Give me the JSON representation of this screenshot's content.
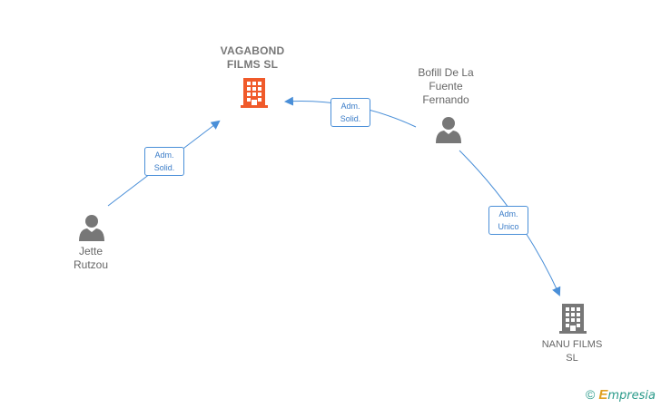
{
  "nodes": {
    "vagabond": {
      "line1": "VAGABOND",
      "line2": "FILMS  SL",
      "icon": "building-icon",
      "color": "#f05a2a"
    },
    "bofill": {
      "line1": "Bofill De La",
      "line2": "Fuente",
      "line3": "Fernando",
      "icon": "person-icon"
    },
    "jette": {
      "line1": "Jette",
      "line2": "Rutzou",
      "icon": "person-icon"
    },
    "nanu": {
      "line1": "NANU FILMS",
      "line2": "SL",
      "icon": "building-icon",
      "color": "#777777"
    }
  },
  "edges": {
    "jette_vagabond": {
      "line1": "Adm.",
      "line2": "Solid."
    },
    "bofill_vagabond": {
      "line1": "Adm.",
      "line2": "Solid."
    },
    "bofill_nanu": {
      "line1": "Adm.",
      "line2": "Unico"
    }
  },
  "colors": {
    "edge": "#4a8fd8",
    "person": "#777777"
  },
  "footer": {
    "copyright": "©",
    "brand_first": "E",
    "brand_rest": "mpresia"
  }
}
